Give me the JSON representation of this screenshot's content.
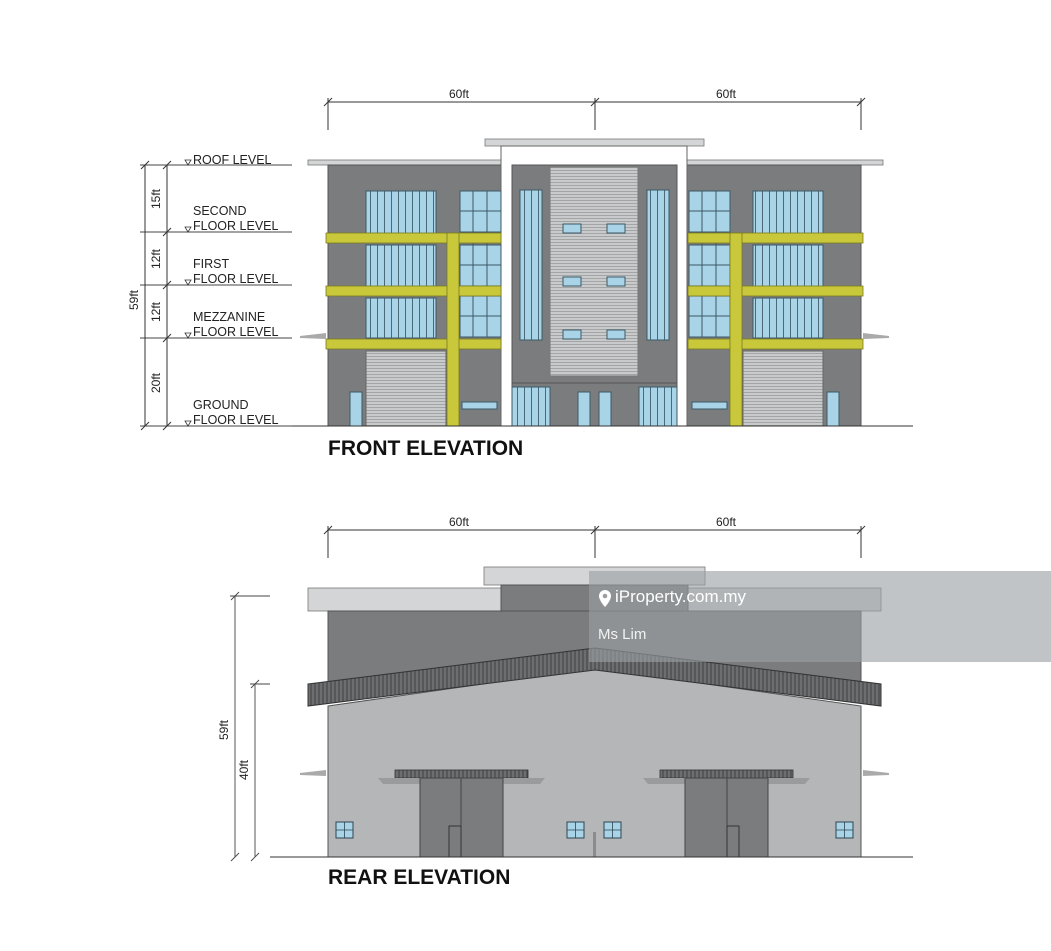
{
  "front": {
    "title": "FRONT ELEVATION",
    "width_left": "60ft",
    "width_right": "60ft",
    "total_height": "59ft",
    "segments": [
      "15ft",
      "12ft",
      "12ft",
      "20ft"
    ],
    "levels": {
      "roof": [
        "ROOF LEVEL"
      ],
      "second": [
        "SECOND",
        "FLOOR LEVEL"
      ],
      "first": [
        "FIRST",
        "FLOOR LEVEL"
      ],
      "mezzanine": [
        "MEZZANINE",
        "FLOOR LEVEL"
      ],
      "ground": [
        "GROUND",
        "FLOOR LEVEL"
      ]
    }
  },
  "rear": {
    "title": "REAR ELEVATION",
    "width_left": "60ft",
    "width_right": "60ft",
    "total_height": "59ft",
    "partial_height": "40ft"
  },
  "watermark": {
    "brand": "iProperty.com.my",
    "agent": "Ms Lim"
  },
  "colors": {
    "accent_yellow": "#c8c83a",
    "glass_blue": "#a9d3e6",
    "wall_dark": "#7b7c7e",
    "wall_rear": "#b4b6b7"
  }
}
